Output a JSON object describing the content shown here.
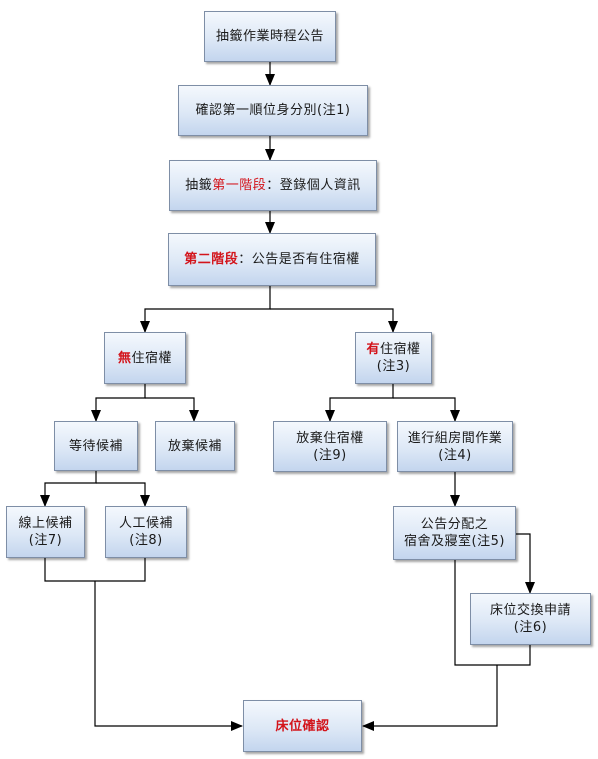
{
  "colors": {
    "highlight": "#d3141b",
    "box_border": "#7e8ea6",
    "box_fill": "#dde8f6",
    "line": "#000000"
  },
  "nodes": {
    "announce": {
      "text": "抽籤作業時程公告"
    },
    "confirm_identity": {
      "text": "確認第一順位身分別(注1)"
    },
    "stage1": {
      "prefix": "抽籤",
      "highlight": "第一階段",
      "suffix": "：登錄個人資訊"
    },
    "stage2": {
      "highlight": "第二階段",
      "suffix": "：公告是否有住宿權"
    },
    "no_right": {
      "highlight": "無",
      "suffix": "住宿權"
    },
    "has_right": {
      "highlight": "有",
      "suffix": "住宿權",
      "line2": "(注3)"
    },
    "wait": {
      "text": "等待候補"
    },
    "give_up_wait": {
      "text": "放棄候補"
    },
    "give_up_right": {
      "line1": "放棄住宿權",
      "line2": "(注9)"
    },
    "room_group": {
      "line1": "進行組房間作業",
      "line2": "(注4)"
    },
    "online_wait": {
      "line1": "線上候補",
      "line2": "(注7)"
    },
    "manual_wait": {
      "line1": "人工候補",
      "line2": "(注8)"
    },
    "allocation": {
      "line1": "公告分配之",
      "line2": "宿舍及寢室(注5)"
    },
    "bed_swap": {
      "line1": "床位交換申請",
      "line2": "(注6)"
    },
    "bed_confirm": {
      "text": "床位確認"
    }
  }
}
